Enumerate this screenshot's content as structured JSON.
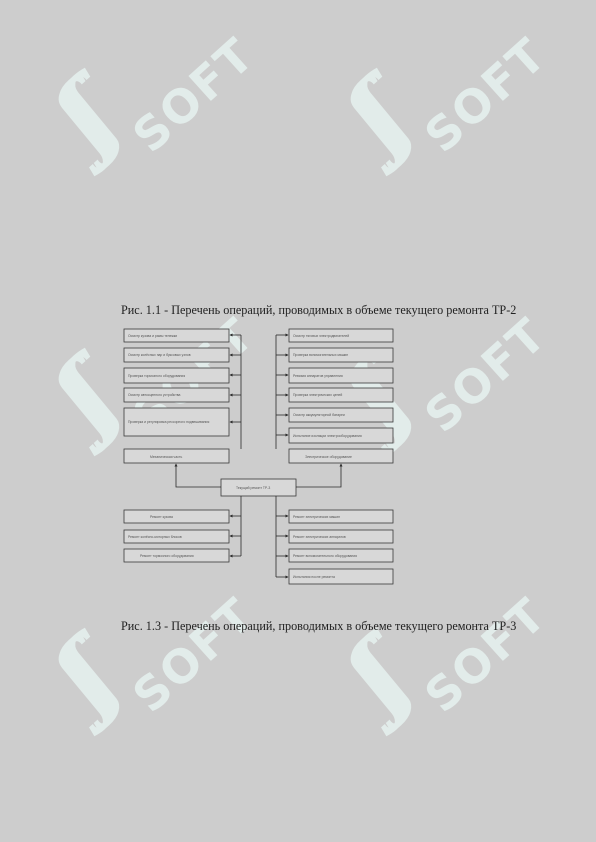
{
  "watermark": {
    "glyph": "ʃʃ",
    "text": "SOFT"
  },
  "captions": {
    "fig_1_1": "Рис. 1.1 - Перечень операций, проводимых в объеме текущего ремонта ТР-2",
    "fig_1_3": "Рис. 1.3 - Перечень операций, проводимых в объеме текущего ремонта ТР-3"
  },
  "diagram": {
    "center": "Текущий ремонт ТР-3",
    "upper_left_hub": "Механическая часть",
    "upper_right_hub": "Электрическое оборудование",
    "upper_left_items": [
      "Осмотр кузова и рамы тележки",
      "Осмотр колёсных пар и буксовых узлов",
      "Проверка тормозного оборудования",
      "Осмотр автосцепного устройства",
      "Проверка и регулировка рессорного подвешивания"
    ],
    "upper_right_items": [
      "Осмотр тяговых электродвигателей",
      "Проверка вспомогательных машин",
      "Ревизия аппаратов управления",
      "Проверка электрических цепей",
      "Осмотр аккумуляторной батареи",
      "Испытание изоляции электрооборудования"
    ],
    "lower_left_items": [
      "Ремонт кузова",
      "Ремонт колёсно-моторных блоков",
      "Ремонт тормозного оборудования"
    ],
    "lower_right_items": [
      "Ремонт электрических машин",
      "Ремонт электрических аппаратов",
      "Ремонт вспомогательного оборудования",
      "Испытания после ремонта"
    ]
  }
}
